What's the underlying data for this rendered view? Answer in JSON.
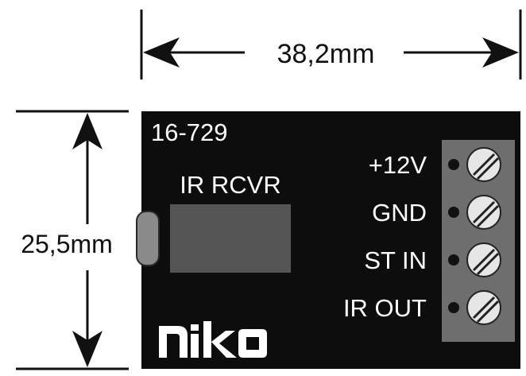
{
  "dimensions": {
    "width_label": "38,2mm",
    "height_label": "25,5mm"
  },
  "module": {
    "part_number": "16-729",
    "device_label": "IR RCVR",
    "logo_text": "niko",
    "terminals": [
      {
        "label": "+12V"
      },
      {
        "label": "GND"
      },
      {
        "label": "ST IN"
      },
      {
        "label": "IR OUT"
      }
    ]
  },
  "colors": {
    "board": "#0d0d0d",
    "module_text": "#ffffff",
    "dimension_ink": "#111111",
    "receiver_body": "#555555",
    "terminal_strip": "#6e6e6e",
    "screw": "#e6e6e6"
  }
}
